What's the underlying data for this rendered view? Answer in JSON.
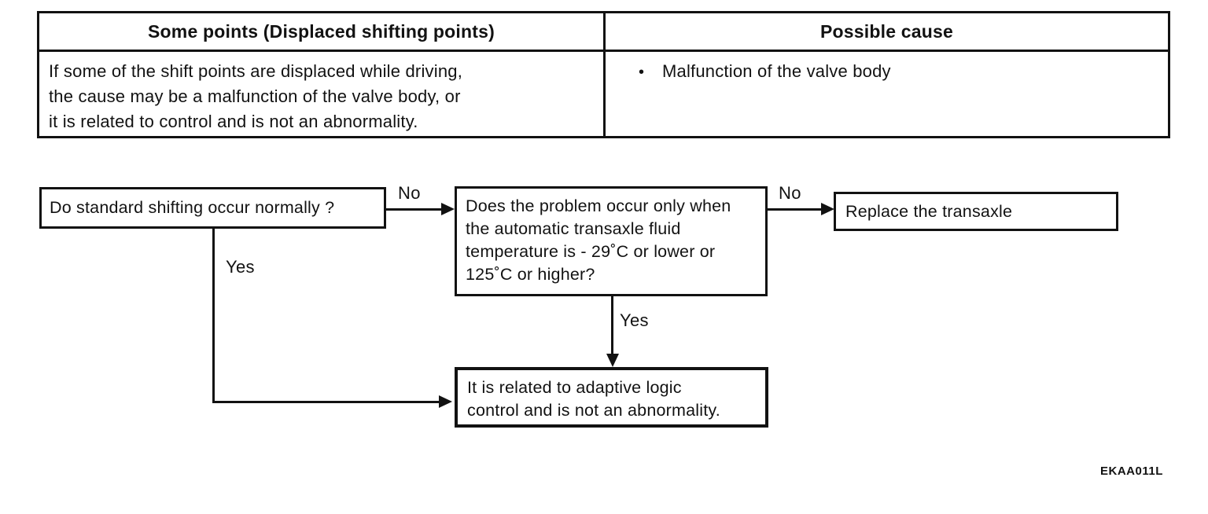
{
  "table": {
    "col1_header": "Some points (Displaced shifting points)",
    "col2_header": "Possible cause",
    "col1_body": "If some of the shift points are displaced while driving,\nthe cause may be a malfunction of the valve body, or\nit is related to control and is not an abnormality.",
    "col2_bullet": "•",
    "col2_body": "Malfunction of the valve body"
  },
  "flowchart": {
    "box_q1": "Do standard shifting occur normally ?",
    "box_q2": "Does the problem occur only when\nthe automatic transaxle fluid\ntemperature is - 29˚C or lower or\n125˚C or higher?",
    "box_replace": "Replace the transaxle",
    "box_adaptive": "It is related to adaptive logic\ncontrol and is not an abnormality.",
    "label_no_q1": "No",
    "label_no_q2": "No",
    "label_yes_q1": "Yes",
    "label_yes_q2": "Yes"
  },
  "figure_code": "EKAA011L",
  "colors": {
    "ink": "#121212",
    "background": "#ffffff"
  }
}
